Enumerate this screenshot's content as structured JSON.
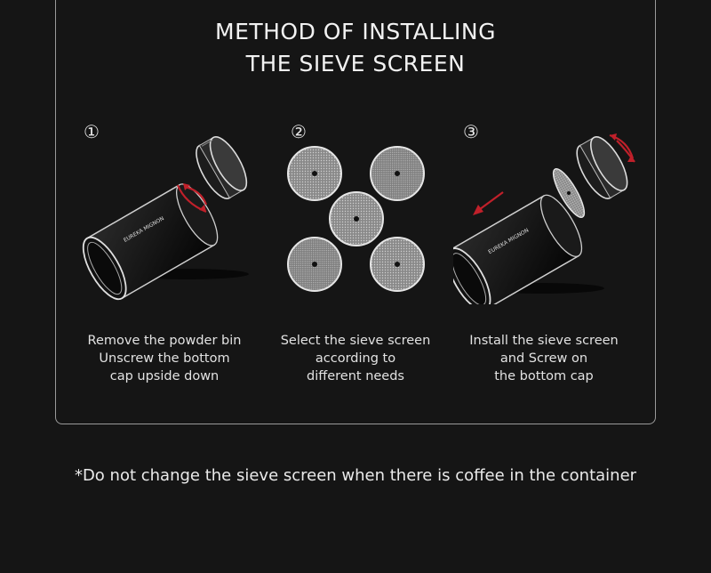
{
  "title": {
    "line1": "METHOD OF INSTALLING",
    "line2": "THE SIEVE SCREEN"
  },
  "steps": [
    {
      "number": "1",
      "illustration": "grinder-unscrew-bottom-cap",
      "caption": [
        "Remove the powder bin",
        "Unscrew the bottom",
        "cap upside down"
      ]
    },
    {
      "number": "2",
      "illustration": "five-sieve-screens",
      "caption": [
        "Select the sieve screen",
        "according to",
        "different needs"
      ]
    },
    {
      "number": "3",
      "illustration": "grinder-install-sieve-screen",
      "caption": [
        "Install the sieve screen",
        "and Screw on",
        "the bottom cap"
      ]
    }
  ],
  "product_brand_mark": "EUREKA MIGNON",
  "note": "*Do not change the sieve screen when there is coffee in the container",
  "colors": {
    "background": "#151515",
    "frame": "#9a9a9a",
    "accent_arrow": "#c0202a",
    "text": "#e9e9e9"
  }
}
